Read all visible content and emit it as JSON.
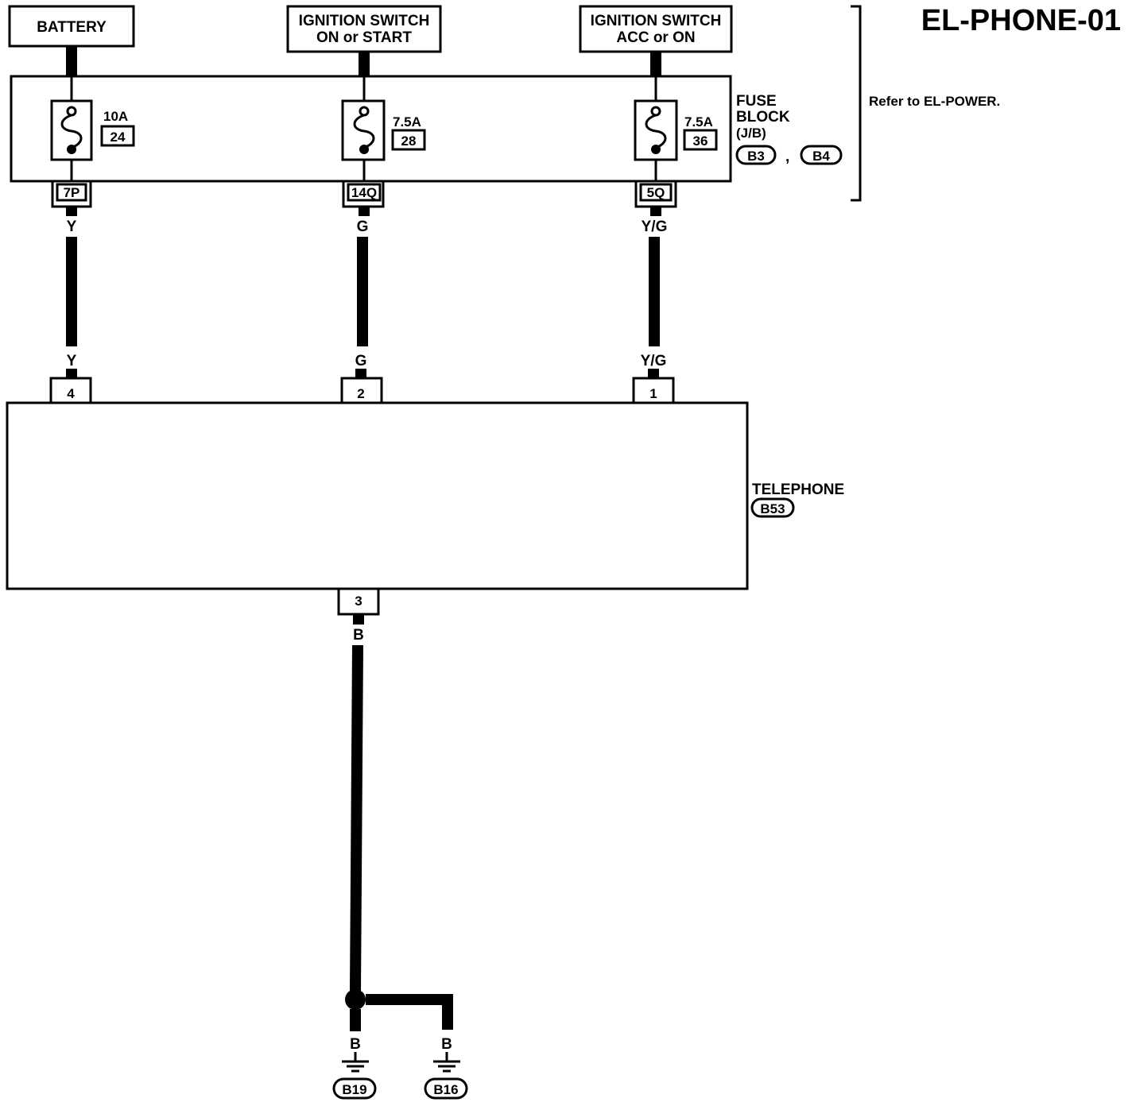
{
  "title": "EL-PHONE-01",
  "sources": {
    "battery": "BATTERY",
    "ign_start_line1": "IGNITION SWITCH",
    "ign_start_line2": "ON or START",
    "ign_acc_line1": "IGNITION SWITCH",
    "ign_acc_line2": "ACC or ON"
  },
  "fuse_block": {
    "label_line1": "FUSE",
    "label_line2": "BLOCK",
    "label_line3": "(J/B)",
    "connector_a": "B3",
    "separator": ",",
    "connector_b": "B4",
    "reference": "Refer to EL-POWER.",
    "fuses": [
      {
        "rating": "10A",
        "number": "24",
        "terminal": "7P"
      },
      {
        "rating": "7.5A",
        "number": "28",
        "terminal": "14Q"
      },
      {
        "rating": "7.5A",
        "number": "36",
        "terminal": "5Q"
      }
    ]
  },
  "wires": {
    "battery": "Y",
    "ignition_start": "G",
    "ignition_acc": "Y/G",
    "ground": "B"
  },
  "telephone": {
    "label": "TELEPHONE",
    "connector": "B53",
    "pins": [
      "4",
      "2",
      "1",
      "3"
    ]
  },
  "grounds": [
    {
      "wire": "B",
      "id": "B19"
    },
    {
      "wire": "B",
      "id": "B16"
    }
  ]
}
